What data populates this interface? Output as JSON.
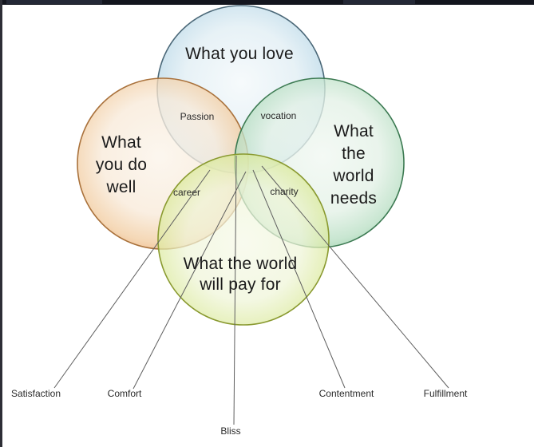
{
  "window": {
    "top_bar_color": "#13151e",
    "top_bar_segment_color": "#242836",
    "left_bar_color": "#2d2e36"
  },
  "circles": {
    "love": {
      "label": "What you love"
    },
    "do_well": {
      "lines": [
        "What",
        "you do",
        "well"
      ]
    },
    "needs": {
      "lines": [
        "What",
        "the",
        "world",
        "needs"
      ]
    },
    "pay": {
      "lines": [
        "What the world",
        "will pay for"
      ]
    }
  },
  "intersections": {
    "passion": "Passion",
    "vocation": "vocation",
    "career": "career",
    "charity": "charity"
  },
  "outcomes": {
    "satisfaction": "Satisfaction",
    "comfort": "Comfort",
    "bliss": "Bliss",
    "contentment": "Contentment",
    "fulfillment": "Fulfillment"
  },
  "colors": {
    "text": "#1b1b1b",
    "line": "#5f5f5f",
    "love_center": "#f4f9fb",
    "love_mid": "#e1eef4",
    "love_edge2": "#c0dcea",
    "love_edge": "#9cc9de",
    "love_stroke": "#4b6878",
    "do_well_center": "#fbf4ea",
    "do_well_mid": "#f8ead9",
    "do_well_edge2": "#f2cda2",
    "do_well_edge": "#edad72",
    "do_well_stroke": "#a9713b",
    "needs_center": "#f1f8f2",
    "needs_mid": "#e3f1e6",
    "needs_edge2": "#b9dfc4",
    "needs_edge": "#90cba2",
    "needs_stroke": "#3c7a52",
    "pay_center": "#f6f9e8",
    "pay_mid": "#eff5d8",
    "pay_edge2": "#dcea9f",
    "pay_edge": "#c8dd72",
    "pay_stroke": "#89992f"
  }
}
